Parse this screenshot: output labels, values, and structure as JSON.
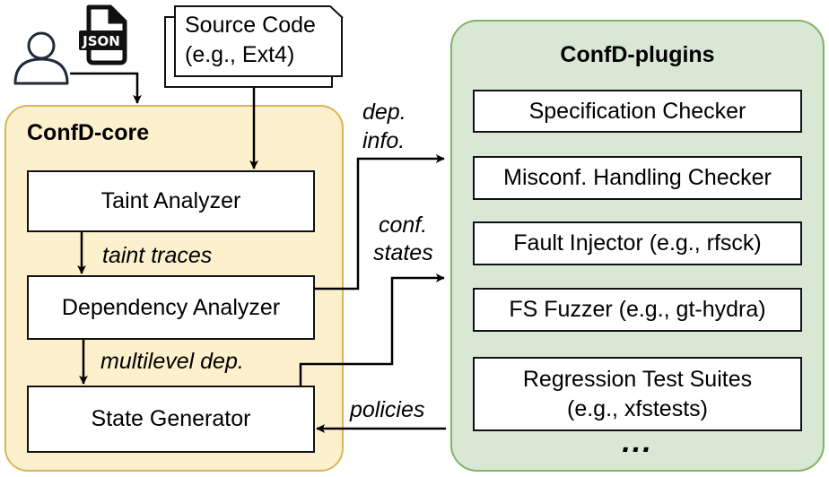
{
  "inputs": {
    "user_icon": "user-icon",
    "json_icon": "json-file-icon",
    "json_label": "JSON",
    "source_code": {
      "line1": "Source Code",
      "line2": "(e.g., Ext4)"
    }
  },
  "core": {
    "title": "ConfD-core",
    "components": [
      {
        "label": "Taint Analyzer"
      },
      {
        "label": "Dependency Analyzer"
      },
      {
        "label": "State Generator"
      }
    ],
    "edge_labels": {
      "taint_traces": "taint traces",
      "multilevel_dep": "multilevel dep."
    }
  },
  "connections": {
    "dep_info_line1": "dep.",
    "dep_info_line2": "info.",
    "conf_states_line1": "conf.",
    "conf_states_line2": "states",
    "policies": "policies"
  },
  "plugins": {
    "title": "ConfD-plugins",
    "items": [
      {
        "label": "Specification Checker"
      },
      {
        "label": "Misconf. Handling Checker"
      },
      {
        "label": "Fault Injector (e.g., rfsck)"
      },
      {
        "label": "FS Fuzzer (e.g., gt-hydra)"
      },
      {
        "line1": "Regression Test Suites",
        "line2": "(e.g., xfstests)"
      }
    ],
    "more": "..."
  },
  "colors": {
    "core_fill": "#fdf0cc",
    "core_border": "#d6b656",
    "plugins_fill": "#d8e8d5",
    "plugins_border": "#82b366"
  }
}
